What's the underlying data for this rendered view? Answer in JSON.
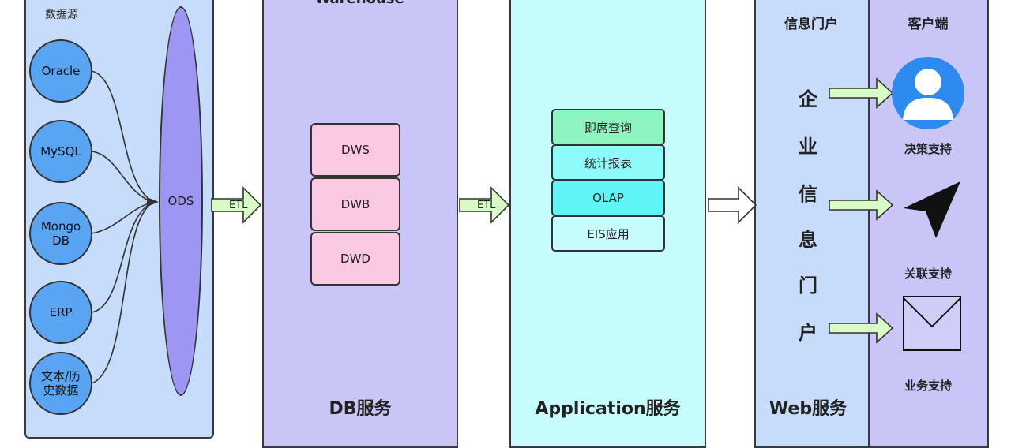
{
  "data_sources": {
    "title": "数据源",
    "items": [
      "Oracle",
      "MySQL",
      "Mongo DB",
      "ERP",
      "文本/历史数据"
    ],
    "ods_label": "ODS"
  },
  "warehouse": {
    "title": "Warehouse",
    "layers": [
      "DWS",
      "DWB",
      "DWD"
    ],
    "label": "DB服务"
  },
  "etl_labels": [
    "ETL",
    "ETL"
  ],
  "application": {
    "items": [
      "即席查询",
      "统计报表",
      "OLAP",
      "EIS应用"
    ],
    "label": "Application服务"
  },
  "web": {
    "title": "信息门户",
    "vertical_text": [
      "企",
      "业",
      "信",
      "息",
      "门",
      "户"
    ],
    "label": "Web服务"
  },
  "client": {
    "title": "客户端",
    "supports": [
      "决策支持",
      "关联支持",
      "业务支持"
    ],
    "icons": [
      "user-avatar-icon",
      "navigation-arrow-icon",
      "envelope-icon"
    ]
  },
  "colors": {
    "source_fill": "#5aa5f3",
    "ods_fill": "#9d96f2",
    "layer_fill": "#fcc9e4",
    "app_item_fills": [
      "#8ff5c0",
      "#8ffafa",
      "#5ff5f5",
      "#c7fcfd"
    ],
    "arrow_fill": "#d8fbc8"
  }
}
